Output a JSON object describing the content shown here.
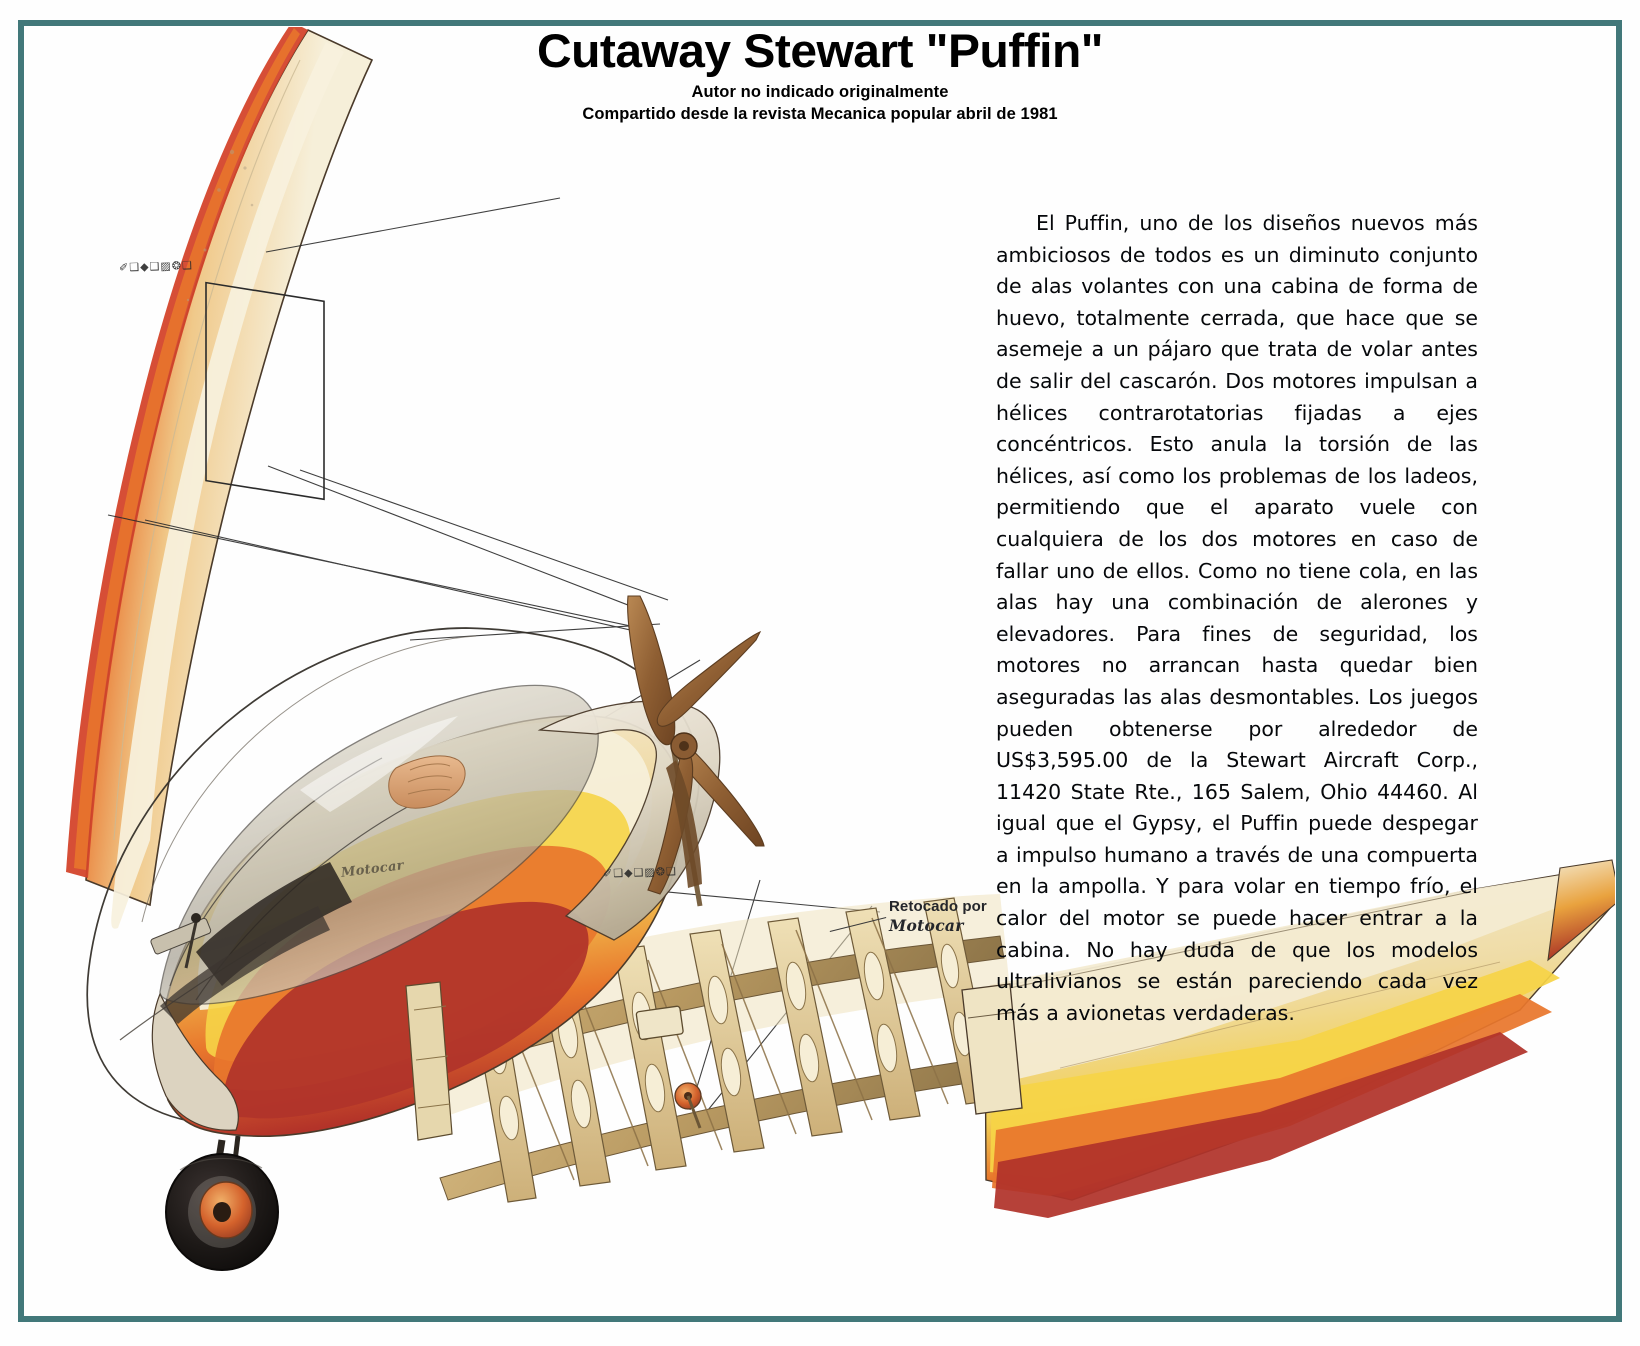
{
  "document": {
    "title_main": "Cutaway Stewart \"Puffin\"",
    "subtitle_author": "Autor no indicado originalmente",
    "subtitle_source": "Compartido desde la revista Mecanica popular abril de 1981",
    "frame_color": "#42787a",
    "background_color": "#ffffff"
  },
  "article": {
    "body": "El Puffin, uno de los diseños nuevos más ambiciosos de todos es un diminuto conjunto de alas volantes con una cabina de forma de huevo, totalmente cerrada, que hace que se asemeje a un pájaro que trata de volar antes de salir del cascarón. Dos motores impulsan a hélices contrarotatorias fijadas a ejes concéntricos. Esto anula la torsión de las hélices, así como los problemas de los ladeos, permitiendo que el aparato vuele con cualquiera de los dos motores en caso de fallar uno de ellos. Como no tiene cola, en las alas hay una combinación de alerones y elevadores. Para fines de seguridad, los motores no arrancan hasta quedar bien aseguradas las alas desmontables. Los juegos pueden obtenerse por alrededor de US$3,595.00 de la Stewart Aircraft Corp., 11420 State Rte., 165 Salem, Ohio 44460. Al igual que el Gypsy, el Puffin puede despegar a impulso humano a través de una compuerta en la ampolla. Y para volar en tiempo frío, el calor del motor se puede hacer entrar a la cabina. No hay duda de que los modelos ultralivianos se están pareciendo cada vez más a avionetas verdaderas."
  },
  "credit": {
    "line1": "Retocado por",
    "line2": "Motocar"
  },
  "watermark": {
    "text": "Motocar"
  },
  "dingbats": {
    "strip1": "✐❑◆❑▨❂❏",
    "strip2": "✐❑◆❑▨❂❏"
  },
  "artwork": {
    "name": "stewart-puffin-cutaway-illustration",
    "subject": "Stewart Puffin ultralight flying-wing aircraft cutaway",
    "colors": {
      "wing_cream": "#f2e7c8",
      "wing_tan": "#e8cf96",
      "rib_tan": "#d8bd83",
      "orange": "#e8712c",
      "deep_red": "#b8322a",
      "yellow": "#f7d23a",
      "canopy_grey": "#cfcabd",
      "prop_brown": "#9a6a3c",
      "outline": "#3a3226"
    }
  }
}
